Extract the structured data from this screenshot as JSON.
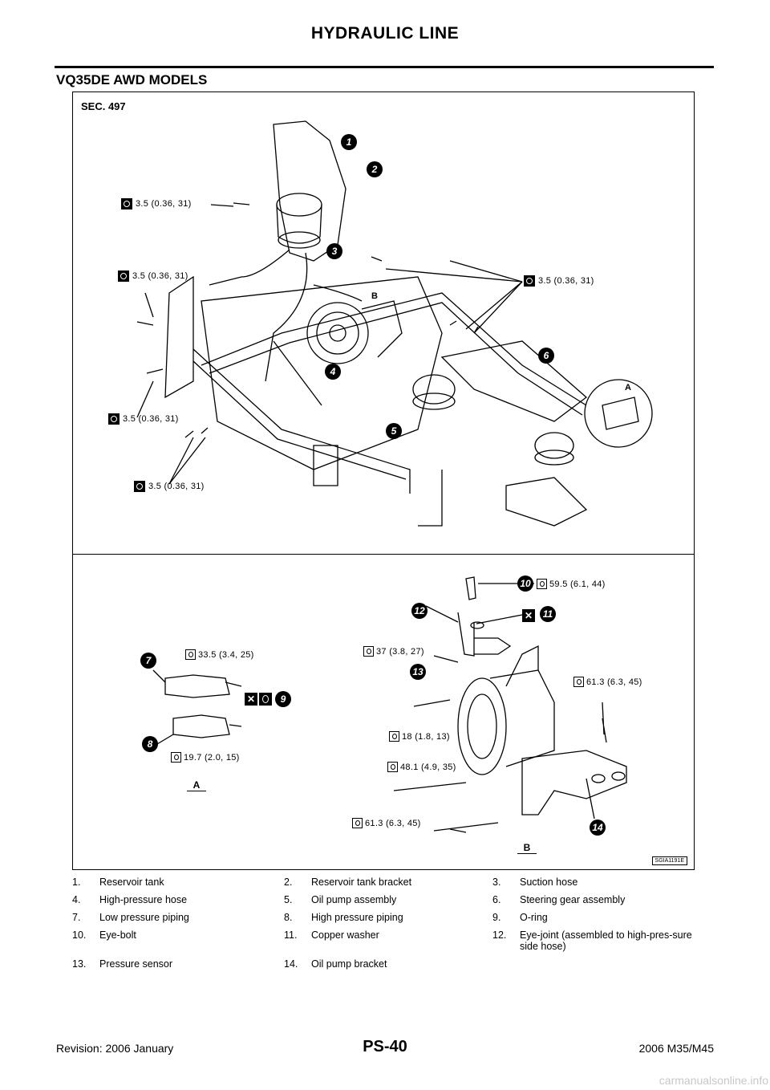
{
  "header": {
    "title": "HYDRAULIC LINE"
  },
  "section": {
    "title": "VQ35DE AWD MODELS"
  },
  "figure": {
    "sec_label": "SEC. 497",
    "code": "SGIA1191E",
    "view_a": "A",
    "view_b": "B",
    "letter_a": "A",
    "letter_b": "B",
    "callouts": [
      "1",
      "2",
      "3",
      "4",
      "5",
      "6",
      "7",
      "8",
      "9",
      "10",
      "11",
      "12",
      "13",
      "14"
    ],
    "torques_top": {
      "t1": "3.5 (0.36, 31)",
      "t2": "3.5 (0.36, 31)",
      "t3": "3.5 (0.36, 31)",
      "t4": "3.5 (0.36, 31)",
      "t5": "3.5 (0.36, 31)"
    },
    "torques_bottom": {
      "t10": "59.5 (6.1, 44)",
      "t7": "33.5 (3.4, 25)",
      "t12": "37 (3.8, 27)",
      "t_sensor": "61.3 (6.3, 45)",
      "t_18": "18 (1.8, 13)",
      "t_8": "19.7 (2.0, 15)",
      "t_48": "48.1 (4.9, 35)",
      "t_61": "61.3 (6.3, 45)"
    }
  },
  "legend": [
    [
      {
        "num": "1.",
        "label": "Reservoir tank"
      },
      {
        "num": "2.",
        "label": "Reservoir tank bracket"
      },
      {
        "num": "3.",
        "label": "Suction hose"
      }
    ],
    [
      {
        "num": "4.",
        "label": "High-pressure hose"
      },
      {
        "num": "5.",
        "label": "Oil pump assembly"
      },
      {
        "num": "6.",
        "label": "Steering gear assembly"
      }
    ],
    [
      {
        "num": "7.",
        "label": "Low pressure piping"
      },
      {
        "num": "8.",
        "label": "High pressure piping"
      },
      {
        "num": "9.",
        "label": "O-ring"
      }
    ],
    [
      {
        "num": "10.",
        "label": "Eye-bolt"
      },
      {
        "num": "11.",
        "label": "Copper washer"
      },
      {
        "num": "12.",
        "label": "Eye-joint (assembled to high-pres-sure side hose)"
      }
    ],
    [
      {
        "num": "13.",
        "label": "Pressure sensor"
      },
      {
        "num": "14.",
        "label": "Oil pump bracket"
      },
      {
        "num": "",
        "label": ""
      }
    ]
  ],
  "footer": {
    "left": "Revision: 2006 January",
    "center": "PS-40",
    "right": "2006 M35/M45",
    "watermark": "carmanualsonline.info"
  }
}
